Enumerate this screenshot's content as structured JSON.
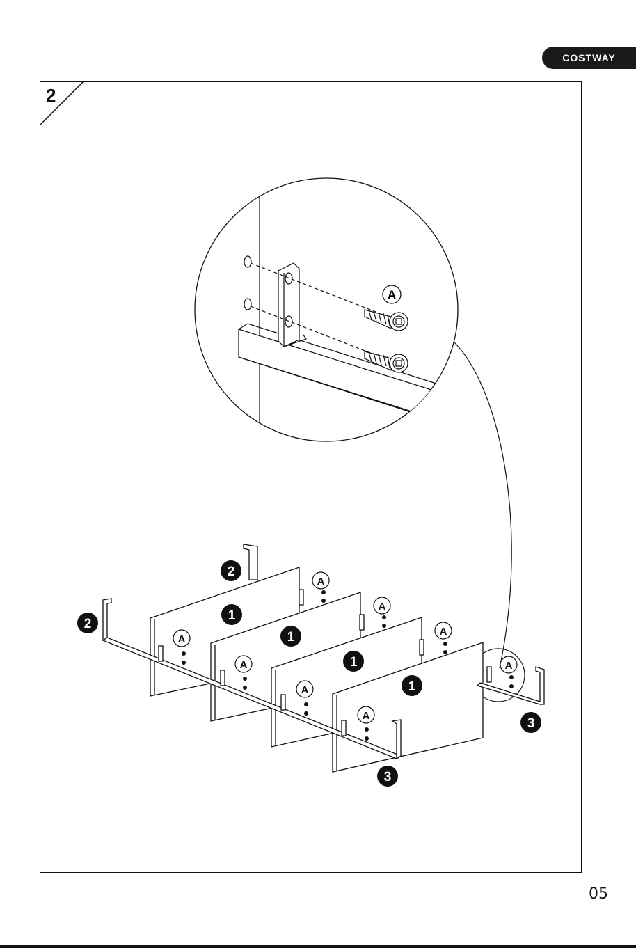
{
  "brand": "COSTWAY",
  "step": "2",
  "page_number": "05",
  "labels": {
    "screw": "A",
    "panel": "1",
    "side_frame": "2",
    "base_frame": "3"
  },
  "colors": {
    "ink": "#111111",
    "brand_bg": "#1a1a1a",
    "brand_text": "#ffffff"
  }
}
